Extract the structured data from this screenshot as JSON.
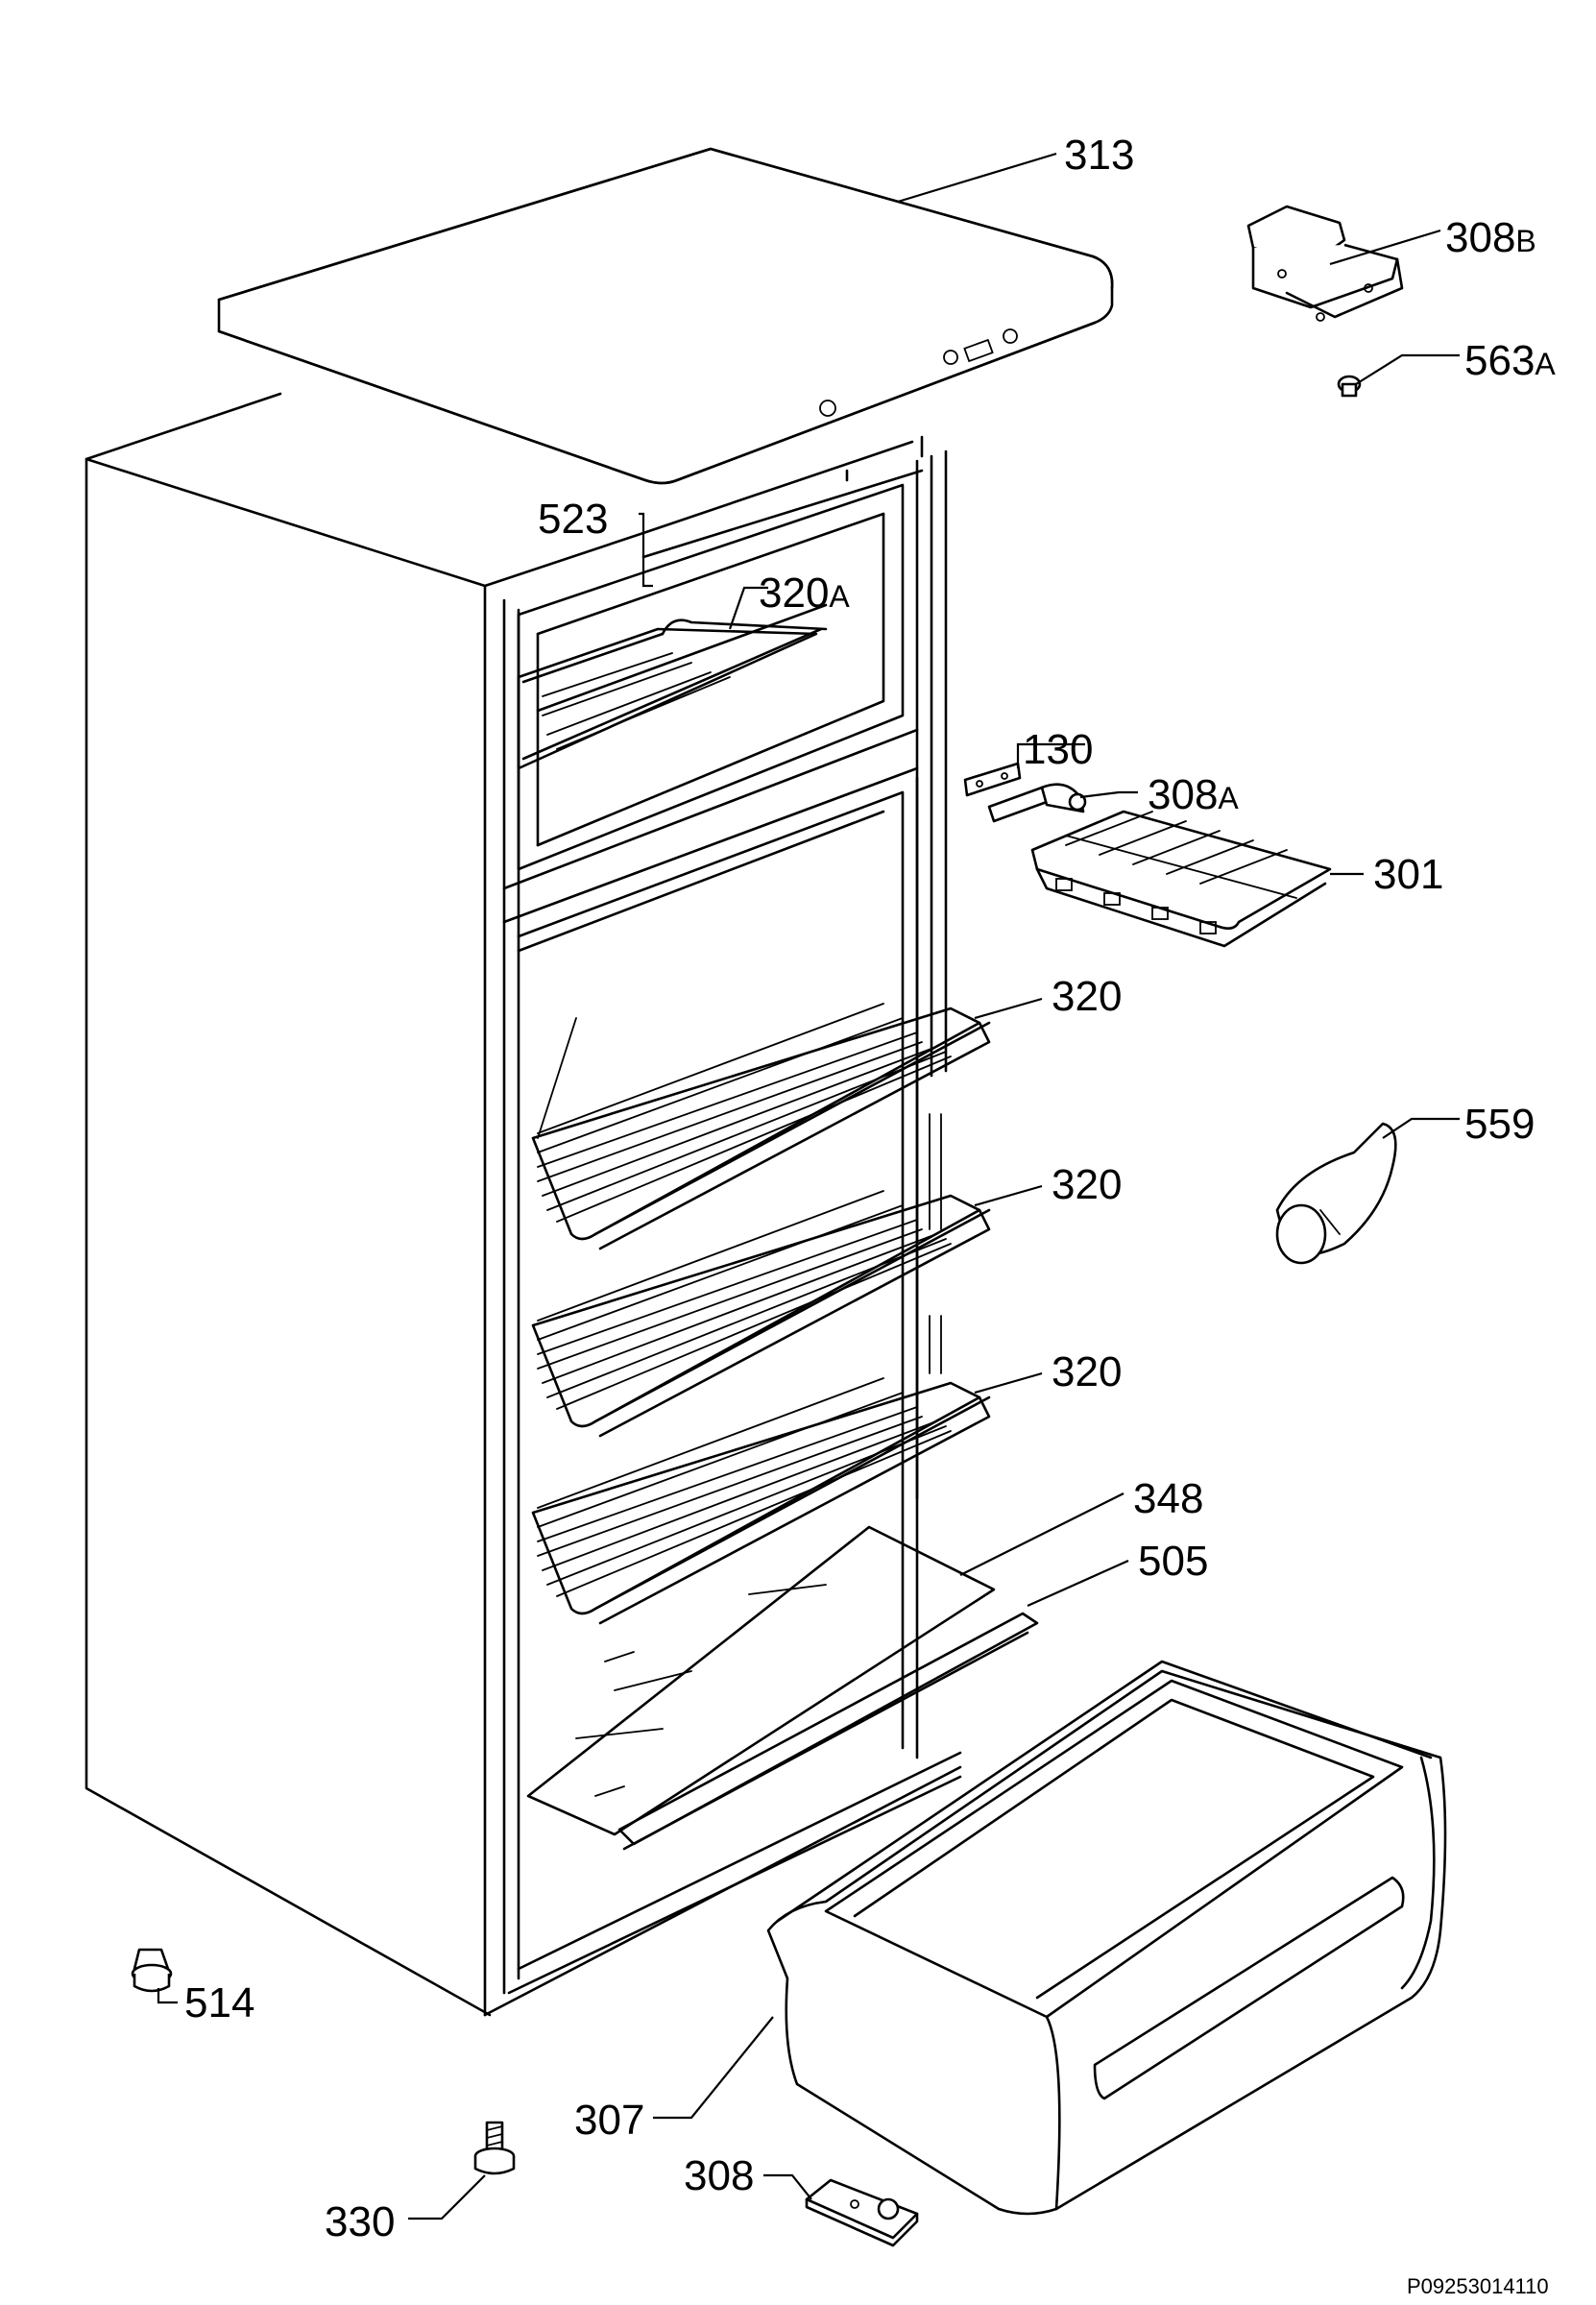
{
  "labels": {
    "p313": "313",
    "p308b": "308",
    "p308b_sfx": "B",
    "p563a": "563",
    "p563a_sfx": "A",
    "p523": "523",
    "p320a": "320",
    "p320a_sfx": "A",
    "p130": "130",
    "p308a": "308",
    "p308a_sfx": "A",
    "p301": "301",
    "p320_1": "320",
    "p320_2": "320",
    "p320_3": "320",
    "p559": "559",
    "p348": "348",
    "p505": "505",
    "p514": "514",
    "p307": "307",
    "p308": "308",
    "p330": "330"
  },
  "drawing_code": "P09253014110"
}
